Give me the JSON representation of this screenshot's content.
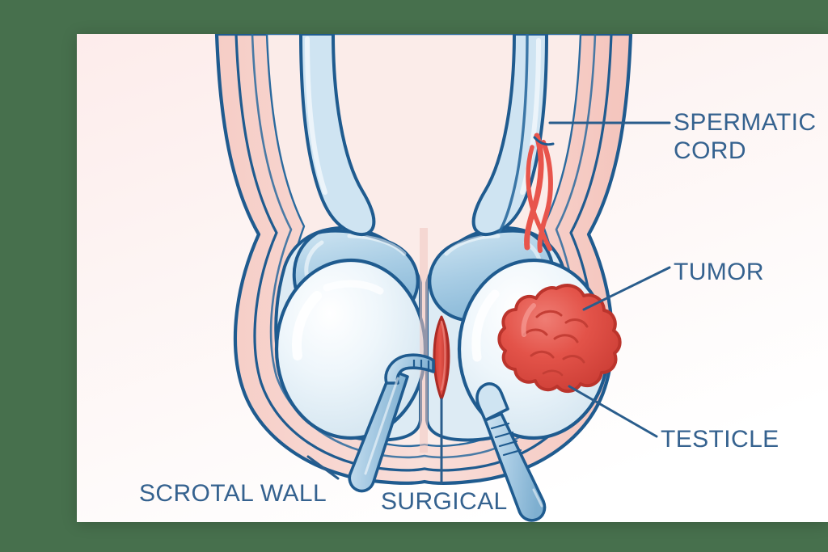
{
  "meta": {
    "title": "Testicular tumor surgical procedure anatomical illustration",
    "background_color": "#47704d",
    "card_color": "#ffffff",
    "label_color": "#35628f"
  },
  "labels": {
    "spermatic_cord": "SPERMATIC\nCORD",
    "tumor": "TUMOR",
    "testicle": "TESTICLE",
    "scrotal_wall": "SCROTAL WALL",
    "surgical": "SURGICAL"
  },
  "illustration": {
    "palette": {
      "outline_blue": "#1f5b8f",
      "outline_blue_dark": "#17496f",
      "skin_pink": "#f4c2bb",
      "skin_pink_light": "#fadfdb",
      "skin_pink_pale": "#fbeeeb",
      "testicle_fill": "#e8f2f8",
      "testicle_shade": "#cfe3ef",
      "epididymis_blue": "#a8cde4",
      "epididymis_blue_dark": "#8cbcd9",
      "tumor_red": "#e04a44",
      "tumor_red_dark": "#c23a33",
      "tumor_red_light": "#ea6a62",
      "vessel_red": "#e8554c",
      "instrument_blue": "#a9cce3",
      "instrument_blue_dark": "#7fb0d0",
      "leader_line": "#2a5d8c"
    },
    "parts": [
      {
        "name": "left-testicle",
        "kind": "organ"
      },
      {
        "name": "right-testicle",
        "kind": "organ"
      },
      {
        "name": "left-epididymis",
        "kind": "organ"
      },
      {
        "name": "right-epididymis",
        "kind": "organ"
      },
      {
        "name": "left-spermatic-cord",
        "kind": "organ"
      },
      {
        "name": "right-spermatic-cord",
        "kind": "organ"
      },
      {
        "name": "pampiniform-plexus-vessels",
        "kind": "vessel"
      },
      {
        "name": "scrotal-wall-layers",
        "kind": "tissue"
      },
      {
        "name": "tumor-mass",
        "kind": "lesion"
      },
      {
        "name": "surgical-incision",
        "kind": "incision"
      },
      {
        "name": "retractor-left",
        "kind": "instrument"
      },
      {
        "name": "scalpel-right",
        "kind": "instrument"
      }
    ]
  }
}
